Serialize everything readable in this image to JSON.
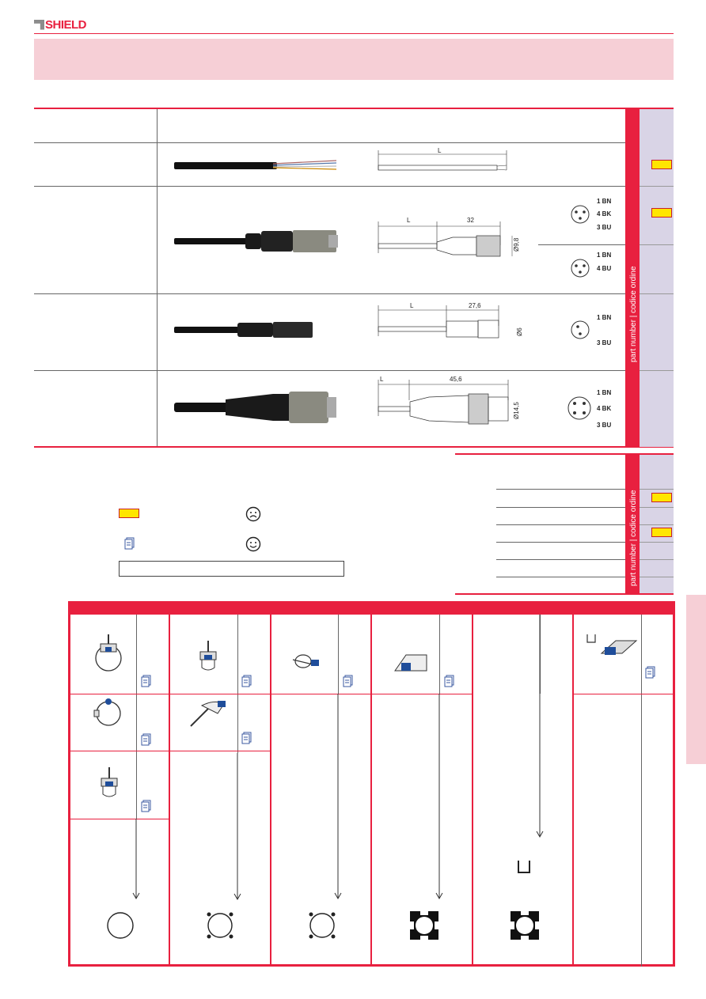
{
  "header": {
    "logo_text": "SHIELD"
  },
  "vertical_label": {
    "part": "part number",
    "sep": " | ",
    "codice": "codice ordine"
  },
  "drawings": {
    "row1": {
      "dim_L": "L"
    },
    "row2": {
      "dim_L": "L",
      "dim_len": "32",
      "dim_dia": "Ø9,8",
      "pins_a": [
        "1 BN",
        "4 BK",
        "3 BU"
      ],
      "pins_b": [
        "1 BN",
        "4 BU"
      ]
    },
    "row3": {
      "dim_L": "L",
      "dim_len": "27,6",
      "dim_dia": "Ø6",
      "pins": [
        "1 BN",
        "3 BU"
      ]
    },
    "row4": {
      "dim_L": "L",
      "dim_len": "45,6",
      "dim_dia": "Ø14,5",
      "pins": [
        "1 BN",
        "4 BK",
        "3 BU"
      ]
    }
  },
  "colors": {
    "accent": "#e8203f",
    "pink": "#f6cfd6",
    "lavender": "#d9d4e6",
    "yellow": "#ffe600"
  },
  "icons": {
    "sad": "sad-face-icon",
    "happy": "smiley-face-icon",
    "document": "document-icon"
  }
}
